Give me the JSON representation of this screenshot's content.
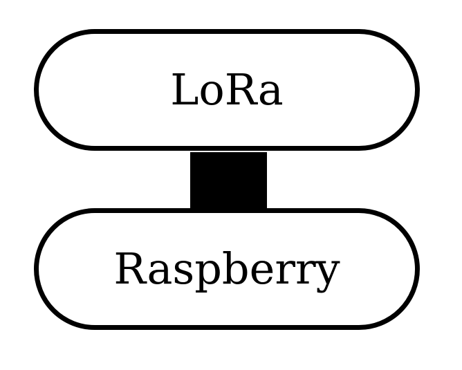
{
  "diagram": {
    "nodes": [
      {
        "id": "top",
        "label": "LoRa"
      },
      {
        "id": "bottom",
        "label": "Raspberry"
      }
    ],
    "connections": [
      {
        "from": "top",
        "to": "bottom"
      }
    ],
    "colors": {
      "stroke": "#000000",
      "fill": "#ffffff",
      "connector": "#000000"
    }
  }
}
